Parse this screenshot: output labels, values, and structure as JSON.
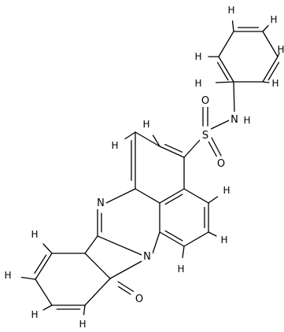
{
  "molecule": {
    "heteroatom_labels": {
      "s": "S",
      "o1": "O",
      "o2": "O",
      "nh": "N",
      "nh_h": "H",
      "n_imine": "N",
      "n_ring": "N",
      "o_carbonyl": "O"
    },
    "hydrogen_label": "H"
  }
}
